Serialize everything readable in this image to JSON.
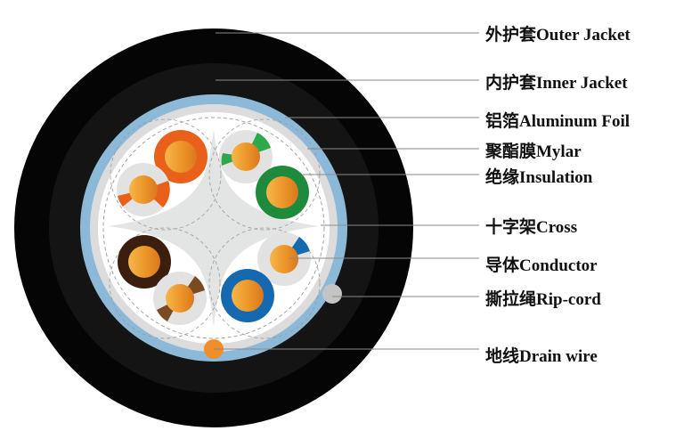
{
  "labels": [
    {
      "text": "外护套Outer Jacket"
    },
    {
      "text": "内护套Inner Jacket"
    },
    {
      "text": "铝箔Aluminum Foil"
    },
    {
      "text": "聚酯膜Mylar"
    },
    {
      "text": "绝缘Insulation"
    },
    {
      "text": "十字架Cross"
    },
    {
      "text": "导体Conductor"
    },
    {
      "text": "撕拉绳Rip-cord"
    },
    {
      "text": "地线Drain wire"
    }
  ],
  "colors": {
    "outer_jacket": "#050505",
    "inner_jacket": "#141414",
    "foil": "#8db9d8",
    "mylar": "#dcdcdc",
    "cross": "#e3e5e5",
    "conductor": "#f0a030",
    "drain_wire": "#ef8e2a",
    "rip_cord": "#c4c4c4",
    "pair_orange": "#e8601a",
    "pair_green": "#1e8a3c",
    "pair_brown": "#3c1e0e",
    "pair_blue": "#1469b0",
    "stripe_white": "#e2e2e2"
  }
}
